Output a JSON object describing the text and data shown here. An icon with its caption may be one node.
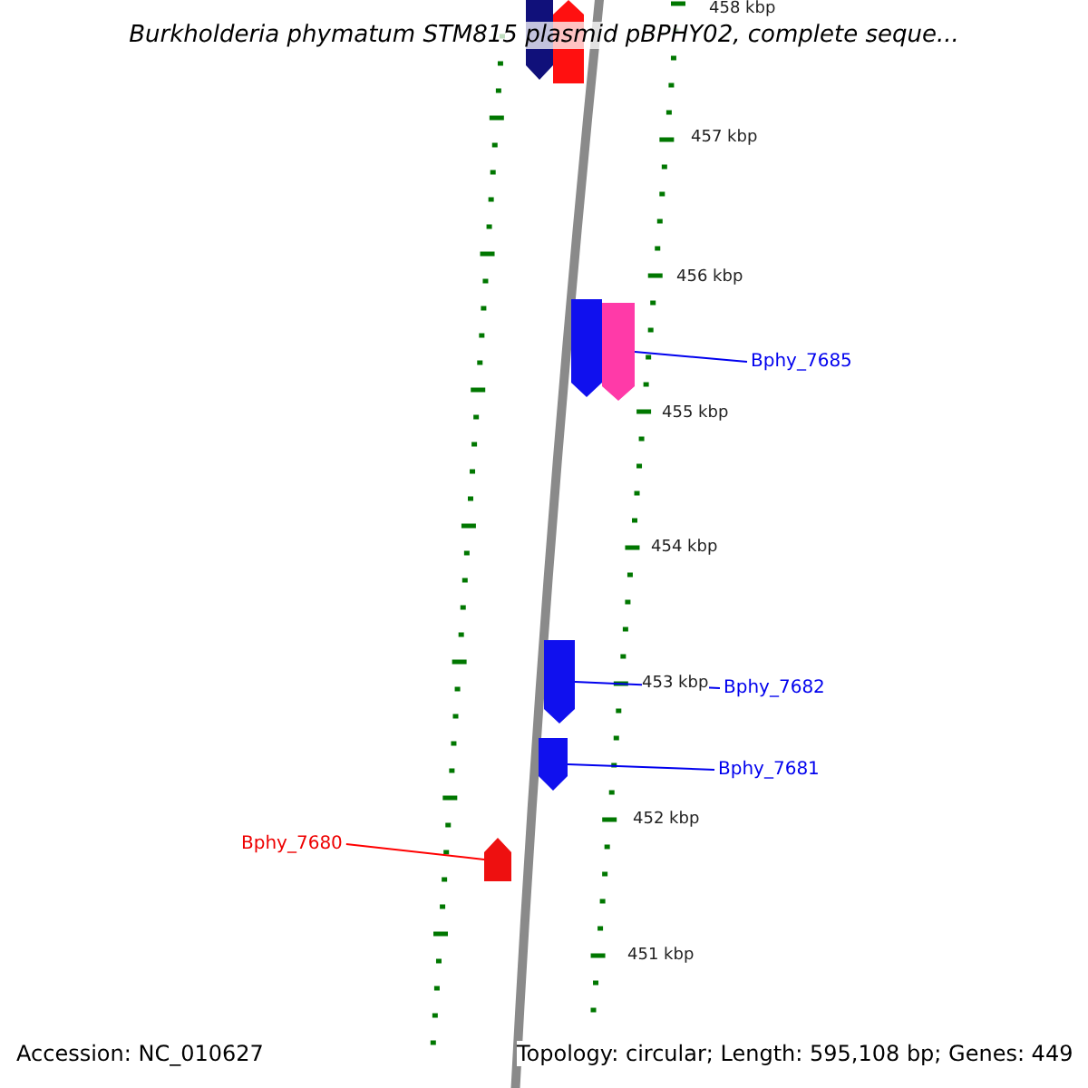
{
  "diagram": {
    "title": "Burkholderia phymatum STM815 plasmid pBPHY02, complete seque...",
    "nodes": [
      {
        "text": [],
        "shape": "bar"
      },
      {
        "text": [],
        "shape": "bar"
      },
      {
        "text": [],
        "shape": "bar"
      },
      {
        "text": [],
        "shape": "bar"
      },
      {
        "text": [
          "Bphy_7685"
        ]
      },
      {
        "text": [],
        "shape": "bar"
      },
      {
        "text": [
          "Bphy_7682"
        ]
      },
      {
        "text": [],
        "shape": "bar"
      },
      {
        "text": [
          "Bphy_7681"
        ]
      },
      {
        "text": [
          "Bphy_7680"
        ]
      },
      {
        "text": [],
        "shape": "bar"
      }
    ],
    "edges": [
      {
        "from": 4,
        "to": 3,
        "arrow": "none"
      },
      {
        "from": 6,
        "to": 5,
        "arrow": "none"
      },
      {
        "from": 8,
        "to": 7,
        "arrow": "none"
      },
      {
        "from": 9,
        "to": 10,
        "arrow": "none",
        "color": "#ff0000"
      }
    ],
    "labels": [
      "458 kbp",
      "457 kbp",
      "456 kbp",
      "455 kbp",
      "454 kbp",
      "453 kbp",
      "452 kbp",
      "451 kbp",
      "Accession: NC_010627",
      "Topology: circular; Length: 595,108 bp; Genes: 449"
    ]
  }
}
